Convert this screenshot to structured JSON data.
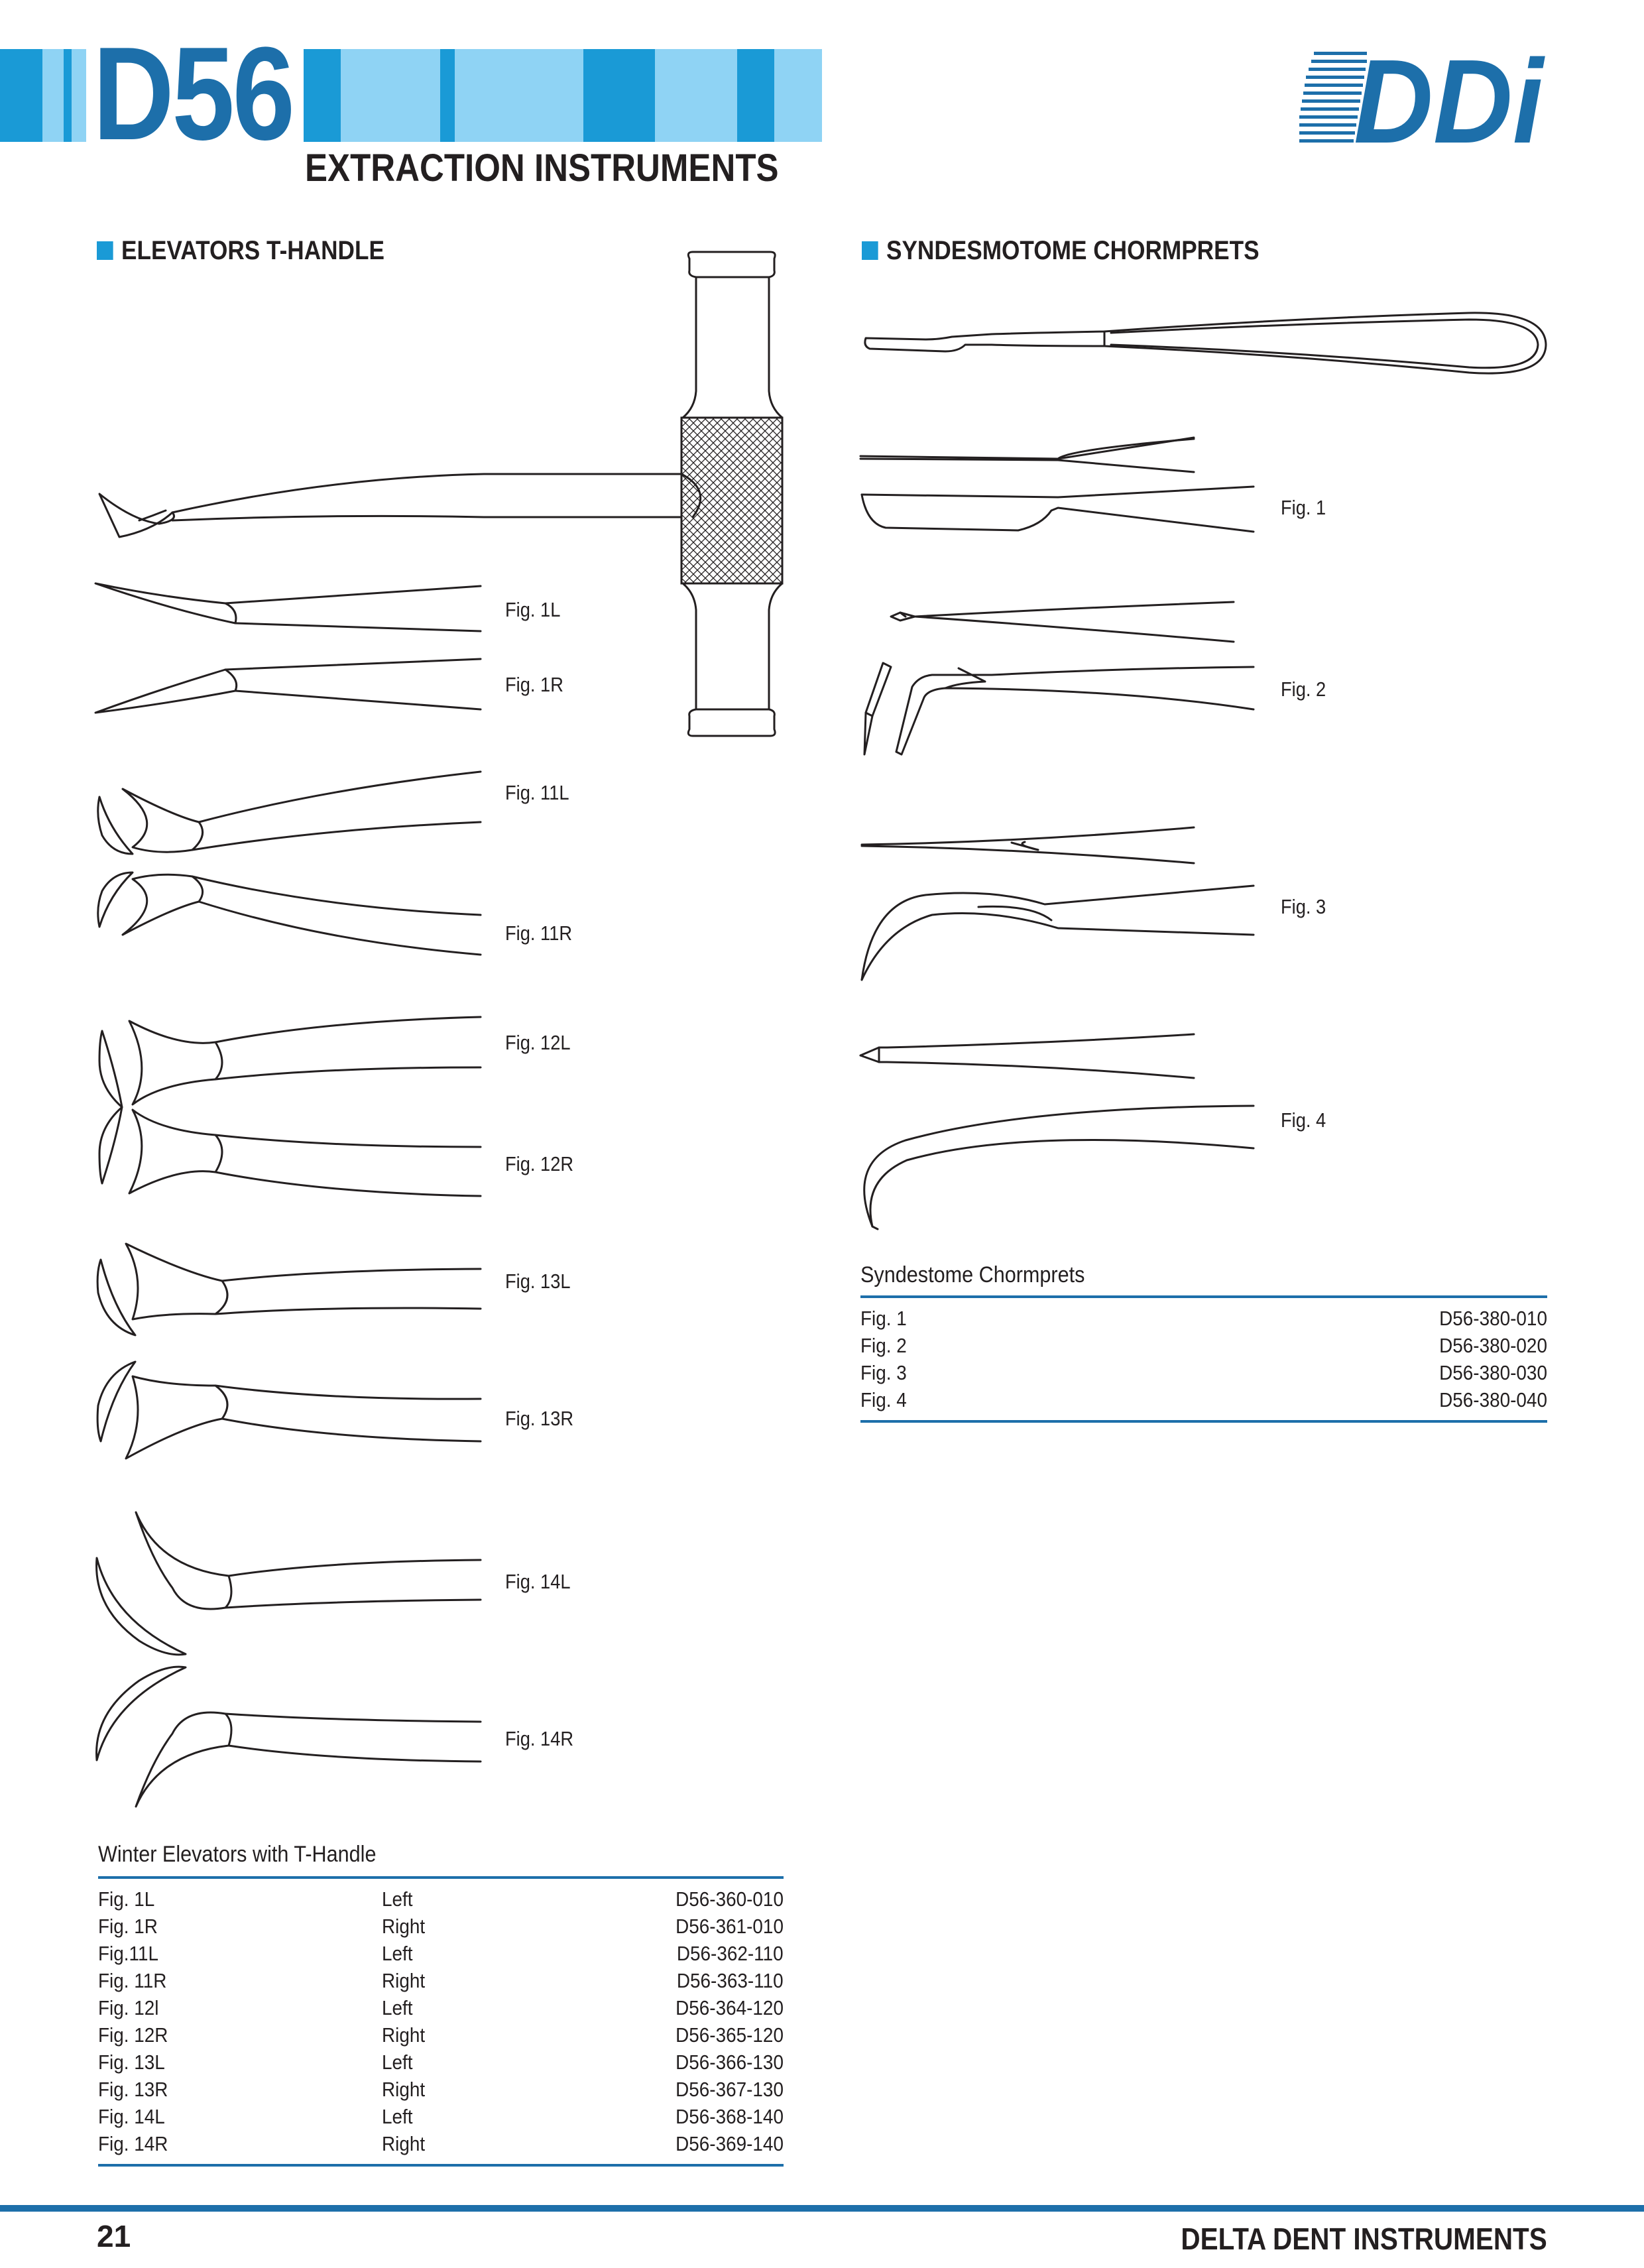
{
  "header": {
    "code": "D56",
    "subtitle": "EXTRACTION INSTRUMENTS",
    "logo_text": "DDi",
    "colors": {
      "dark_blue": "#1d6faa",
      "light_blue": "#8fd3f4",
      "mid_blue": "#1a9ad6"
    }
  },
  "left_section": {
    "heading": "ELEVATORS T-HANDLE",
    "figure_labels": [
      "Fig. 1L",
      "Fig. 1R",
      "Fig. 11L",
      "Fig. 11R",
      "Fig. 12L",
      "Fig. 12R",
      "Fig. 13L",
      "Fig. 13R",
      "Fig. 14L",
      "Fig. 14R"
    ],
    "table": {
      "title": "Winter Elevators with T-Handle",
      "rows": [
        {
          "fig": "Fig. 1L",
          "side": "Left",
          "code": "D56-360-010"
        },
        {
          "fig": "Fig. 1R",
          "side": "Right",
          "code": "D56-361-010"
        },
        {
          "fig": "Fig.11L",
          "side": "Left",
          "code": "D56-362-110"
        },
        {
          "fig": "Fig. 11R",
          "side": "Right",
          "code": "D56-363-110"
        },
        {
          "fig": "Fig. 12l",
          "side": "Left",
          "code": "D56-364-120"
        },
        {
          "fig": "Fig. 12R",
          "side": "Right",
          "code": "D56-365-120"
        },
        {
          "fig": "Fig. 13L",
          "side": "Left",
          "code": "D56-366-130"
        },
        {
          "fig": "Fig. 13R",
          "side": "Right",
          "code": "D56-367-130"
        },
        {
          "fig": "Fig. 14L",
          "side": "Left",
          "code": "D56-368-140"
        },
        {
          "fig": "Fig. 14R",
          "side": "Right",
          "code": "D56-369-140"
        }
      ]
    }
  },
  "right_section": {
    "heading": "SYNDESMOTOME CHORMPRETS",
    "figure_labels": [
      "Fig. 1",
      "Fig. 2",
      "Fig. 3",
      "Fig. 4"
    ],
    "table": {
      "title": "Syndestome Chormprets",
      "rows": [
        {
          "fig": "Fig. 1",
          "code": "D56-380-010"
        },
        {
          "fig": "Fig. 2",
          "code": "D56-380-020"
        },
        {
          "fig": "Fig. 3",
          "code": "D56-380-030"
        },
        {
          "fig": "Fig. 4",
          "code": "D56-380-040"
        }
      ]
    }
  },
  "footer": {
    "page_number": "21",
    "brand": "DELTA DENT INSTRUMENTS"
  }
}
